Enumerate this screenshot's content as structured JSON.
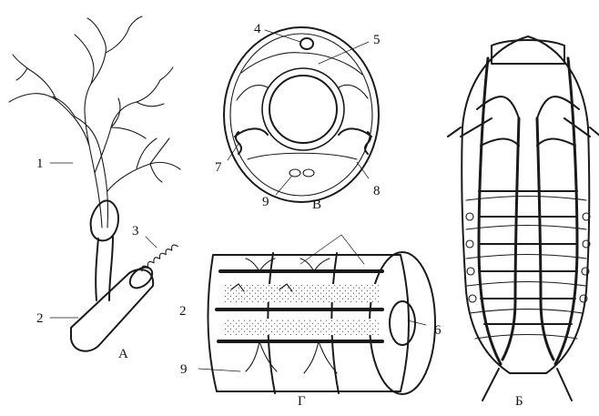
{
  "panels": [
    {
      "id": "A",
      "label": "А"
    },
    {
      "id": "B",
      "label": "Б"
    },
    {
      "id": "V",
      "label": "В"
    },
    {
      "id": "G",
      "label": "Г"
    }
  ],
  "callouts": [
    {
      "id": "c1",
      "text": "1"
    },
    {
      "id": "c2a",
      "text": "2"
    },
    {
      "id": "c2g",
      "text": "2"
    },
    {
      "id": "c3",
      "text": "3"
    },
    {
      "id": "c4",
      "text": "4"
    },
    {
      "id": "c5",
      "text": "5"
    },
    {
      "id": "c6",
      "text": "6"
    },
    {
      "id": "c7",
      "text": "7"
    },
    {
      "id": "c8",
      "text": "8"
    },
    {
      "id": "c9v",
      "text": "9"
    },
    {
      "id": "c9g",
      "text": "9"
    }
  ]
}
